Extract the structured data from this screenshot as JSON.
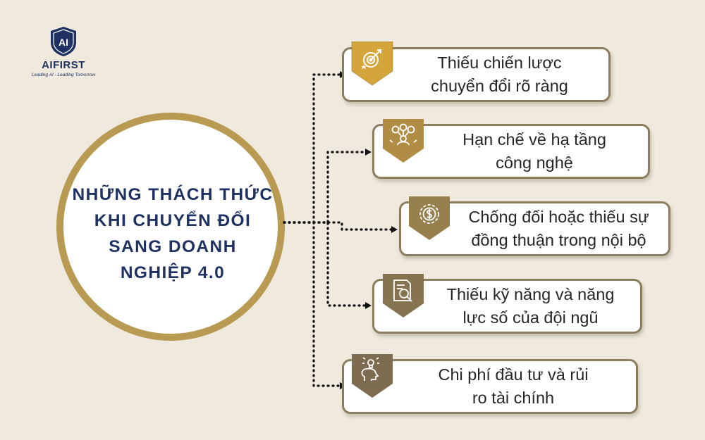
{
  "brand": {
    "logo_initials": "AI",
    "name": "AIFIRST",
    "tagline": "Leading AI - Leading Tomorrow"
  },
  "center": {
    "title": "NHỮNG THÁCH THỨC KHI CHUYỂN ĐỔI SANG DOANH NGHIỆP 4.0"
  },
  "challenges": [
    {
      "line1": "Thiếu chiến lược",
      "line2": "chuyển đổi rõ ràng",
      "icon": "target-icon",
      "badge_color": "#d4a53a"
    },
    {
      "line1": "Hạn chế về hạ tầng",
      "line2": "công nghệ",
      "icon": "network-people-icon",
      "badge_color": "#b18c44"
    },
    {
      "line1": "Chống đối hoặc thiếu sự",
      "line2": "đồng thuận trong nội bộ",
      "icon": "money-gear-icon",
      "badge_color": "#98804e"
    },
    {
      "line1": "Thiếu kỹ năng và năng",
      "line2": "lực số của đội ngũ",
      "icon": "document-search-icon",
      "badge_color": "#86734f"
    },
    {
      "line1": "Chi phí đầu tư và rủi",
      "line2": "ro tài chính",
      "icon": "idea-head-icon",
      "badge_color": "#7d6c50"
    }
  ],
  "colors": {
    "background": "#efe9de",
    "navy": "#1e3160",
    "gold_border": "#b89a52",
    "box_border": "#8b7d5e",
    "connector": "#111111"
  }
}
